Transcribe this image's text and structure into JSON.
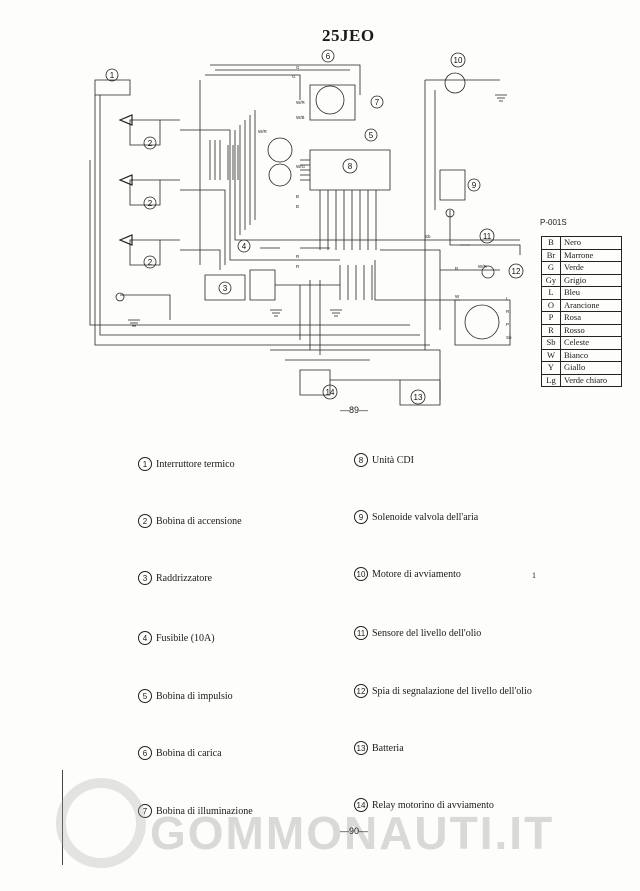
{
  "header": {
    "title": "25JEO"
  },
  "diagram": {
    "part_code": "P-001S",
    "labels": [
      "1",
      "2",
      "2",
      "2",
      "3",
      "4",
      "5",
      "6",
      "7",
      "8",
      "9",
      "10",
      "11",
      "12",
      "13",
      "14"
    ],
    "wire_marks": [
      "G",
      "G",
      "W/R",
      "W/B",
      "W/R",
      "W/G",
      "B",
      "B",
      "R",
      "R",
      "W",
      "Sb",
      "W/R",
      "B",
      "L",
      "R",
      "P",
      "Sb"
    ]
  },
  "color_table": [
    {
      "code": "B",
      "name": "Nero"
    },
    {
      "code": "Br",
      "name": "Marrone"
    },
    {
      "code": "G",
      "name": "Verde"
    },
    {
      "code": "Gy",
      "name": "Grigio"
    },
    {
      "code": "L",
      "name": "Bleu"
    },
    {
      "code": "O",
      "name": "Arancione"
    },
    {
      "code": "P",
      "name": "Rosa"
    },
    {
      "code": "R",
      "name": "Rosso"
    },
    {
      "code": "Sb",
      "name": "Celeste"
    },
    {
      "code": "W",
      "name": "Bianco"
    },
    {
      "code": "Y",
      "name": "Giallo"
    },
    {
      "code": "Lg",
      "name": "Verde chiaro"
    }
  ],
  "page_numbers": {
    "top": "—89—",
    "bottom": "—90—"
  },
  "legend": [
    {
      "num": "1",
      "text": "Interruttore termico"
    },
    {
      "num": "2",
      "text": "Bobina di accensione"
    },
    {
      "num": "3",
      "text": "Raddrizzatore"
    },
    {
      "num": "4",
      "text": "Fusibile (10A)"
    },
    {
      "num": "5",
      "text": "Bobina di impulsio"
    },
    {
      "num": "6",
      "text": "Bobina di carica"
    },
    {
      "num": "7",
      "text": "Bobina di illuminazione"
    },
    {
      "num": "8",
      "text": "Unità CDI"
    },
    {
      "num": "9",
      "text": "Solenoide valvola dell'aria"
    },
    {
      "num": "10",
      "text": "Motore di avviamento"
    },
    {
      "num": "11",
      "text": "Sensore del livello dell'olio"
    },
    {
      "num": "12",
      "text": "Spia di segnalazione del livello dell'olio"
    },
    {
      "num": "13",
      "text": "Batteria"
    },
    {
      "num": "14",
      "text": "Relay motorino di avviamento"
    }
  ],
  "stray_mark": "1",
  "watermark": "GOMMONAUTI.IT"
}
